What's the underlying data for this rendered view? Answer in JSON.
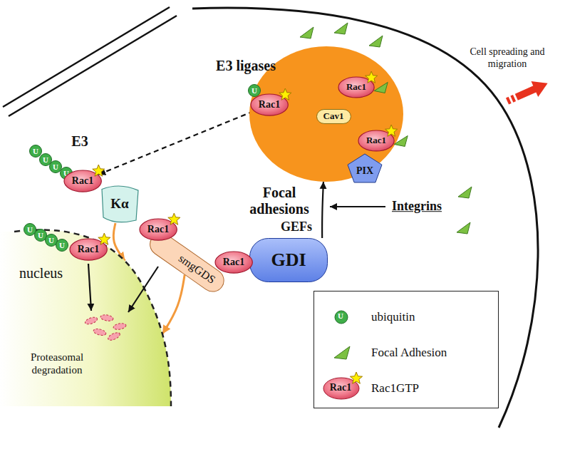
{
  "diagram": {
    "nodes": [
      {
        "text": [
          "Focal adhesions"
        ]
      },
      {
        "text": [
          "U"
        ],
        "in": 0
      },
      {
        "text": [
          "Rac1"
        ],
        "in": 0
      },
      {
        "text": [
          "Rac1"
        ],
        "in": 0
      },
      {
        "text": [
          "Cav1"
        ],
        "in": 0
      },
      {
        "text": [
          "Rac1"
        ],
        "in": 0
      },
      {
        "text": [
          "PIX"
        ],
        "in": 0
      },
      {
        "text": [
          "U"
        ]
      },
      {
        "text": [
          "U"
        ]
      },
      {
        "text": [
          "U"
        ]
      },
      {
        "text": [
          "U"
        ]
      },
      {
        "text": [
          "Rac1"
        ]
      },
      {
        "text": [
          "Kα"
        ]
      },
      {
        "text": [
          "nucleus"
        ]
      },
      {
        "text": [
          "U"
        ],
        "in": 13
      },
      {
        "text": [
          "U"
        ],
        "in": 13
      },
      {
        "text": [
          "U"
        ],
        "in": 13
      },
      {
        "text": [
          "U"
        ],
        "in": 13
      },
      {
        "text": [
          "Rac1"
        ],
        "in": 13
      },
      {
        "text": [
          "Rac1"
        ]
      },
      {
        "text": [
          "smgGDS"
        ]
      },
      {
        "text": [
          "Rac1"
        ]
      },
      {
        "text": [
          "GDI"
        ]
      }
    ],
    "edges": [
      {
        "from": 3,
        "to": 2,
        "arrow": "to"
      },
      {
        "from": 2,
        "to": 11,
        "arrow": "to"
      },
      {
        "from": 12,
        "to": 13,
        "arrow": "to"
      },
      {
        "from": 20,
        "to": 13,
        "arrow": "to"
      },
      {
        "from": 22,
        "to": 0,
        "label": "GEFs",
        "arrow": "to"
      }
    ],
    "labels": [
      "E3 ligases",
      "E3",
      "Proteasomal degradation",
      "Integrins",
      "Cell spreading and migration",
      "U",
      "Rac1"
    ],
    "legend": [
      {
        "text": "ubiquitin"
      },
      {
        "text": "Focal Adhesion"
      },
      {
        "text": "Rac1GTP"
      }
    ]
  }
}
